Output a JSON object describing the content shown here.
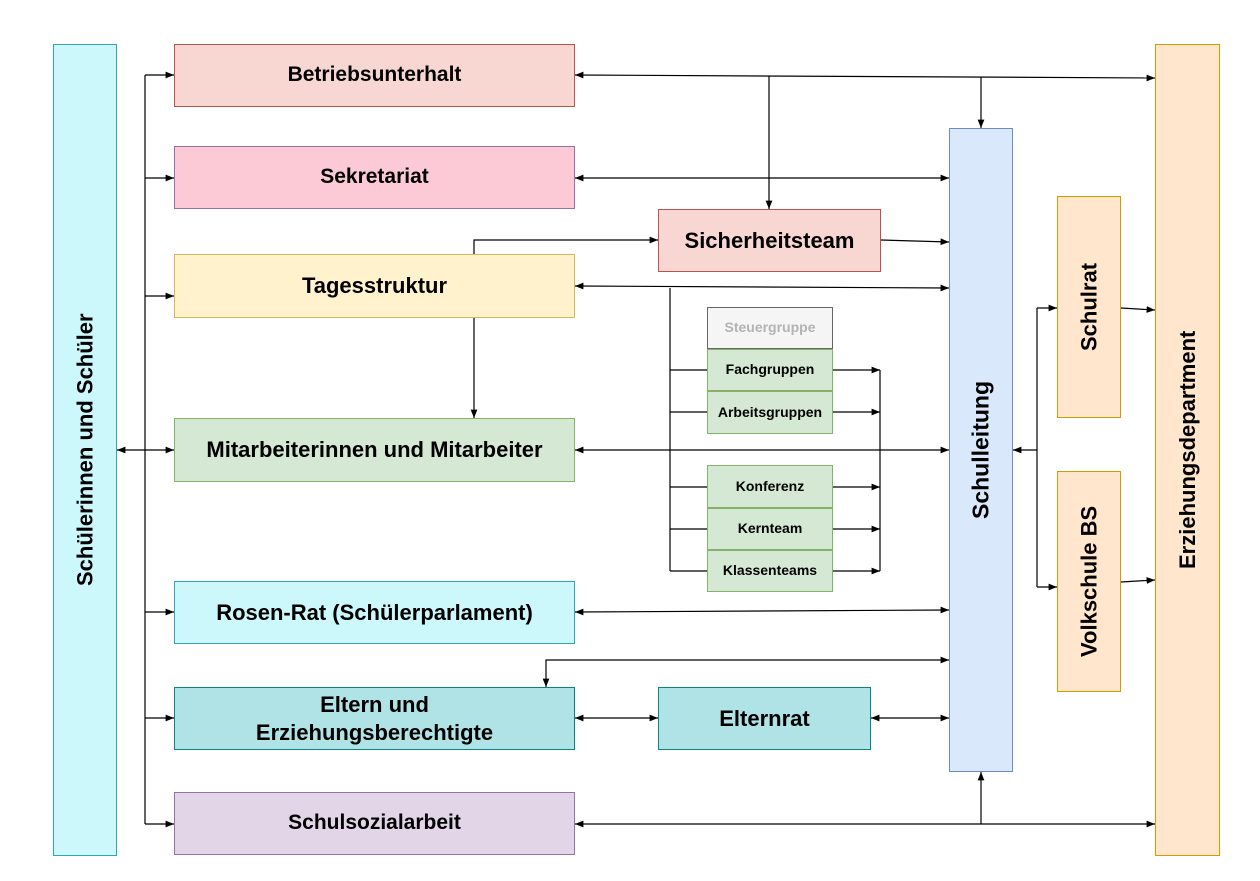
{
  "nodes": {
    "schueler": "Schülerinnen und Schüler",
    "betriebsunterhalt": "Betriebsunterhalt",
    "sekretariat": "Sekretariat",
    "sicherheitsteam": "Sicherheitsteam",
    "tagesstruktur": "Tagesstruktur",
    "steuergruppe": "Steuergruppe",
    "fachgruppen": "Fachgruppen",
    "arbeitsgruppen": "Arbeitsgruppen",
    "mitarbeiter": "Mitarbeiterinnen und Mitarbeiter",
    "konferenz": "Konferenz",
    "kernteam": "Kernteam",
    "klassenteams": "Klassenteams",
    "rosenrat": "Rosen-Rat (Schülerparlament)",
    "eltern_line1": "Eltern und",
    "eltern_line2": "Erziehungsberechtigte",
    "elternrat": "Elternrat",
    "schulsozialarbeit": "Schulsozialarbeit",
    "schulleitung": "Schulleitung",
    "schulrat": "Schulrat",
    "volksschule": "Volkschule BS",
    "erziehungsdepartment": "Erziehungsdepartment"
  },
  "colors": {
    "cyan_fill": "#ccf7fb",
    "cyan_border": "#2fa6b4",
    "red_fill": "#f8d7d2",
    "red_border": "#b85450",
    "pink_fill": "#fccad6",
    "pink_border": "#9673a6",
    "yellow_fill": "#fff2cc",
    "yellow_border": "#d6b656",
    "green_fill": "#d5e8d4",
    "green_border": "#82b366",
    "teal_fill": "#b0e3e6",
    "teal_border": "#0e8088",
    "purple_fill": "#e1d5e7",
    "purple_border": "#9673a6",
    "blue_fill": "#dae8fc",
    "blue_border": "#6c8ebf",
    "orange_fill": "#ffe6cc",
    "orange_border": "#d79b00",
    "gray_fill": "#f5f5f5",
    "gray_text": "#b3b3b3",
    "gray_border": "#666666"
  }
}
